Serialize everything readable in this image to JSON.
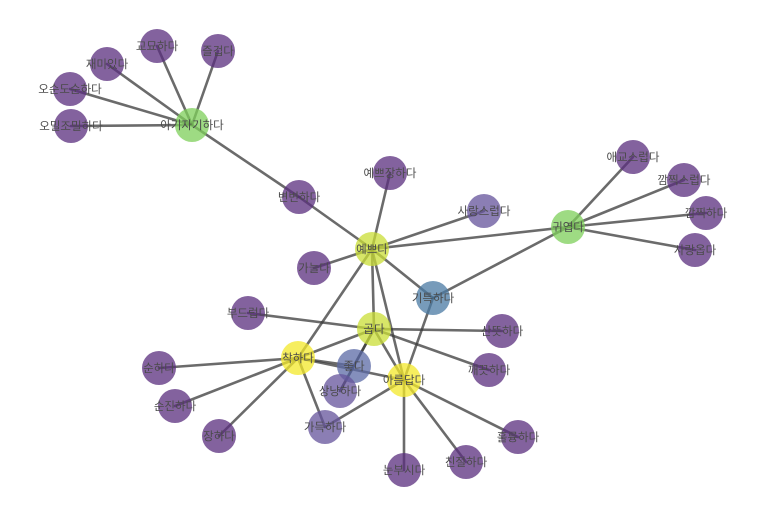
{
  "graph": {
    "palette": {
      "yellow": "#f3e82a",
      "yellowgreen": "#c9de35",
      "green": "#7dcf5a",
      "blue": "#4a7aa3",
      "slate": "#5b6aa6",
      "lavender": "#64539b",
      "purple": "#5a2d7e"
    },
    "nodes": [
      {
        "id": "n0",
        "label": "아기자기하다",
        "color": "green"
      },
      {
        "id": "n1",
        "label": "교묘하다",
        "color": "purple"
      },
      {
        "id": "n2",
        "label": "즐겁다",
        "color": "purple"
      },
      {
        "id": "n3",
        "label": "재미있다",
        "color": "purple"
      },
      {
        "id": "n4",
        "label": "오순도순하다",
        "color": "purple"
      },
      {
        "id": "n5",
        "label": "오밀조밀하다",
        "color": "purple"
      },
      {
        "id": "n6",
        "label": "변변하다",
        "color": "purple"
      },
      {
        "id": "n7",
        "label": "예쁘장하다",
        "color": "purple"
      },
      {
        "id": "n8",
        "label": "예쁘다",
        "color": "yellowgreen"
      },
      {
        "id": "n9",
        "label": "사랑스럽다",
        "color": "lavender"
      },
      {
        "id": "n10",
        "label": "귀엽다",
        "color": "green"
      },
      {
        "id": "n11",
        "label": "애교스럽다",
        "color": "purple"
      },
      {
        "id": "n12",
        "label": "깜찍스럽다",
        "color": "purple"
      },
      {
        "id": "n13",
        "label": "깜찍하다",
        "color": "purple"
      },
      {
        "id": "n14",
        "label": "사랑옵다",
        "color": "purple"
      },
      {
        "id": "n15",
        "label": "가늘다",
        "color": "purple"
      },
      {
        "id": "n16",
        "label": "기특하다",
        "color": "blue"
      },
      {
        "id": "n17",
        "label": "부드럽다",
        "color": "purple"
      },
      {
        "id": "n18",
        "label": "곱다",
        "color": "yellowgreen"
      },
      {
        "id": "n19",
        "label": "산뜻하다",
        "color": "purple"
      },
      {
        "id": "n20",
        "label": "착하다",
        "color": "yellow"
      },
      {
        "id": "n21",
        "label": "좋다",
        "color": "slate"
      },
      {
        "id": "n22",
        "label": "깨끗하다",
        "color": "purple"
      },
      {
        "id": "n23",
        "label": "순하다",
        "color": "purple"
      },
      {
        "id": "n24",
        "label": "상냥하다",
        "color": "lavender"
      },
      {
        "id": "n25",
        "label": "아름답다",
        "color": "yellow"
      },
      {
        "id": "n26",
        "label": "순진하다",
        "color": "purple"
      },
      {
        "id": "n27",
        "label": "가득하다",
        "color": "lavender"
      },
      {
        "id": "n28",
        "label": "훌륭하다",
        "color": "purple"
      },
      {
        "id": "n29",
        "label": "장하다",
        "color": "purple"
      },
      {
        "id": "n30",
        "label": "친절하다",
        "color": "purple"
      },
      {
        "id": "n31",
        "label": "눈부시다",
        "color": "purple"
      }
    ],
    "edges": [
      [
        "n0",
        "n1"
      ],
      [
        "n0",
        "n2"
      ],
      [
        "n0",
        "n3"
      ],
      [
        "n0",
        "n4"
      ],
      [
        "n0",
        "n5"
      ],
      [
        "n0",
        "n6"
      ],
      [
        "n6",
        "n8"
      ],
      [
        "n8",
        "n7"
      ],
      [
        "n8",
        "n9"
      ],
      [
        "n8",
        "n10"
      ],
      [
        "n8",
        "n15"
      ],
      [
        "n8",
        "n16"
      ],
      [
        "n8",
        "n18"
      ],
      [
        "n8",
        "n20"
      ],
      [
        "n8",
        "n25"
      ],
      [
        "n10",
        "n11"
      ],
      [
        "n10",
        "n12"
      ],
      [
        "n10",
        "n13"
      ],
      [
        "n10",
        "n14"
      ],
      [
        "n10",
        "n16"
      ],
      [
        "n16",
        "n25"
      ],
      [
        "n18",
        "n17"
      ],
      [
        "n18",
        "n19"
      ],
      [
        "n18",
        "n20"
      ],
      [
        "n18",
        "n21"
      ],
      [
        "n18",
        "n22"
      ],
      [
        "n18",
        "n24"
      ],
      [
        "n18",
        "n25"
      ],
      [
        "n20",
        "n23"
      ],
      [
        "n20",
        "n26"
      ],
      [
        "n20",
        "n29"
      ],
      [
        "n20",
        "n27"
      ],
      [
        "n20",
        "n21"
      ],
      [
        "n20",
        "n25"
      ],
      [
        "n21",
        "n24"
      ],
      [
        "n25",
        "n27"
      ],
      [
        "n25",
        "n28"
      ],
      [
        "n25",
        "n30"
      ],
      [
        "n25",
        "n31"
      ]
    ]
  }
}
